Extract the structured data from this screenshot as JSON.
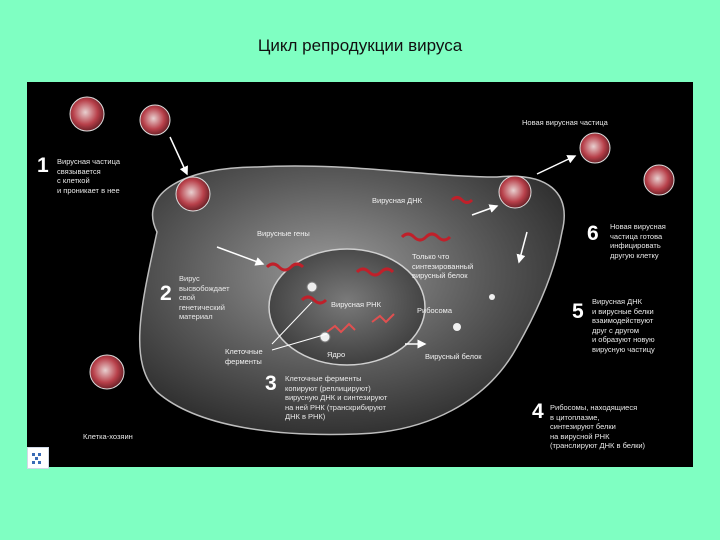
{
  "title": "Цикл репродукции вируса",
  "diagram": {
    "steps": [
      {
        "number": "1",
        "text": "Вирусная частица\nсвязывается\nс клеткой\nи проникает в нее"
      },
      {
        "number": "2",
        "text": "Вирус\nвысвобождает\nсвой\nгенетический\nматериал"
      },
      {
        "number": "3",
        "text": "Клеточные ферменты\nкопируют (реплицируют)\nвирусную ДНК и синтезируют\nна ней РНК (транскрибируют\nДНК в РНК)"
      },
      {
        "number": "4",
        "text": "Рибосомы, находящиеся\nв цитоплазме,\nсинтезируют белки\nна вирусной РНК\n(транслируют ДНК в белки)"
      },
      {
        "number": "5",
        "text": "Вирусная ДНК\nи вирусные белки\nвзаимодействуют\nдруг с другом\nи образуют новую\nвирусную частицу"
      },
      {
        "number": "6",
        "text": "Новая вирусная\nчастица готова\nинфицировать\nдругую клетку"
      }
    ],
    "labels": {
      "new_particle": "Новая вирусная частица",
      "viral_dna": "Вирусная ДНК",
      "viral_genes": "Вирусные гены",
      "new_protein": "Только что\nсинтезированный\nвирусный белок",
      "viral_rna": "Вирусная РНК",
      "ribosome": "Рибосома",
      "enzymes": "Клеточные\nферменты",
      "nucleus": "Ядро",
      "viral_protein": "Вирусный белок",
      "host_cell": "Клетка-хозяин"
    },
    "colors": {
      "background": "#000000",
      "cell": "#5a5a5a",
      "virus": "#b8404a",
      "dna": "#c0202a",
      "page": "#7fffc2"
    }
  }
}
